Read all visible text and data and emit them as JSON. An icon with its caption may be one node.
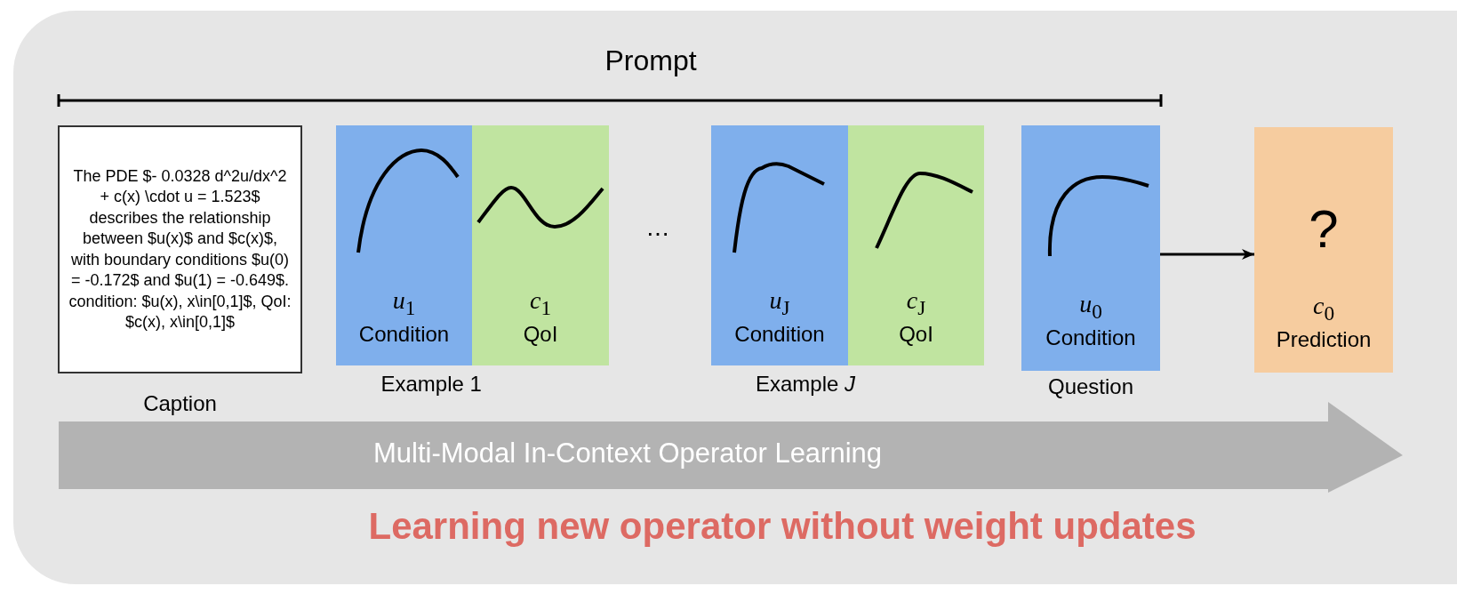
{
  "diagram": {
    "nodes": [
      {
        "text": [
          "The PDE $- 0.0328 d^2u/dx^2 + c(x) \\cdot u = 1.523$ describes the relationship between $u(x)$ and $c(x)$, with boundary conditions $u(0) = -0.172$ and $u(1) = -0.649$. condition: $u(x), x\\in[0,1]$, QoI: $c(x), x\\in[0,1]$"
        ],
        "beside": [
          "Caption"
        ]
      },
      {
        "text": [
          "*u*$_{1}$",
          "Condition"
        ]
      },
      {
        "text": [
          "*c*$_{1}$",
          "QoI"
        ]
      },
      {
        "text": [
          "*u*$_{J}$",
          "Condition"
        ]
      },
      {
        "text": [
          "*c*$_{J}$",
          "QoI"
        ]
      },
      {
        "text": [
          "*u*$_{0}$",
          "Condition"
        ],
        "beside": [
          "Question"
        ]
      },
      {
        "text": [
          "?",
          "*c*$_{0}$",
          "Prediction"
        ]
      }
    ],
    "edges": [
      {
        "from": 5,
        "to": 6,
        "arrow": "to"
      }
    ],
    "labels": [
      "Prompt",
      "⋯",
      "Example 1",
      "Example *J*",
      "Multi-Modal In-Context Operator Learning",
      "Learning new operator without weight updates"
    ]
  }
}
